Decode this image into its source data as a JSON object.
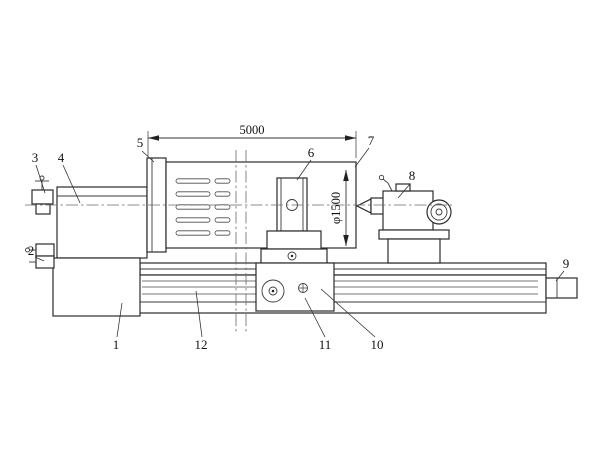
{
  "colors": {
    "line": "#2b2b2b",
    "background": "#ffffff"
  },
  "drawing": {
    "dimensions": {
      "length": "5000",
      "diameter": "φ1500"
    },
    "callouts": {
      "1": "1",
      "2": "2",
      "3": "3",
      "4": "4",
      "5": "5",
      "6": "6",
      "7": "7",
      "8": "8",
      "9": "9",
      "10": "10",
      "11": "11",
      "12": "12"
    }
  }
}
